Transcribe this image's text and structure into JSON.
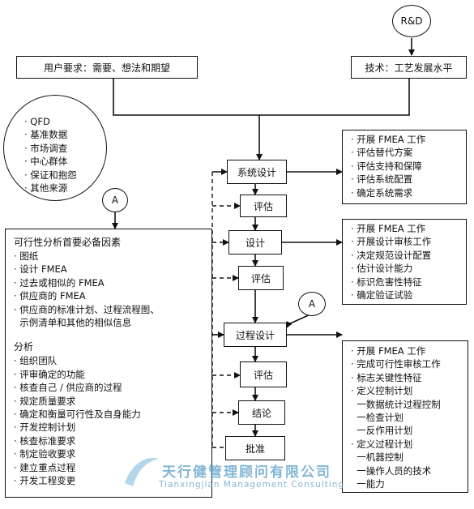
{
  "nodes": {
    "rd": "R&D",
    "user_req": "用户要求：需要、想法和期望",
    "tech": "技术：工艺发展水平",
    "sys_design": "系统设计",
    "eval1": "评估",
    "design": "设计",
    "eval2": "评估",
    "process_design": "过程设计",
    "eval3": "评估",
    "conclusion": "结论",
    "approval": "批准",
    "circle_a_left": "A",
    "circle_a_mid": "A"
  },
  "sources": [
    "· QFD",
    "· 基准数据",
    "· 市场调查",
    "· 中心群体",
    "· 保证和抱怨",
    "· 其他来源"
  ],
  "sys_design_tasks": [
    "· 开展 FMEA 工作",
    "· 评估替代方案",
    "· 评估支持和保障",
    "· 评估系统配置",
    "· 确定系统需求"
  ],
  "design_tasks": [
    "· 开展 FMEA 工作",
    "· 开展设计审核工作",
    "· 决定规范设计配置",
    "· 估计设计能力",
    "· 标识危害性特征",
    "· 确定验证试验"
  ],
  "process_tasks": [
    "· 开展 FMEA 工作",
    "· 完成可行性审核工作",
    "· 标志关键性特征",
    "· 定义控制计划",
    "  一数据统计过程控制",
    "  一检查计划",
    "  一反作用计划",
    "· 定义过程计划",
    "  一机器控制",
    "  一操作人员的技术",
    "  一能力"
  ],
  "feasibility": {
    "title": "可行性分析首要必备因素",
    "items": [
      "· 图纸",
      "· 设计 FMEA",
      "· 过去或相似的 FMEA",
      "· 供应商的 FMEA",
      "· 供应商的标准计划、过程流程图、",
      "  示例清单和其他的相似信息"
    ],
    "analysis_title": "分析",
    "analysis_items": [
      "· 组织团队",
      "· 评审确定的功能",
      "· 核查自己 / 供应商的过程",
      "· 规定质量要求",
      "· 确定和衡量可行性及自身能力",
      "· 开发控制计划",
      "· 核查标准要求",
      "· 制定验收要求",
      "· 建立重点过程",
      "· 开发工程变更"
    ]
  },
  "watermark": {
    "cn": "天行健管理顾问有限公司",
    "en": "Tianxingjian Management Consulting"
  }
}
